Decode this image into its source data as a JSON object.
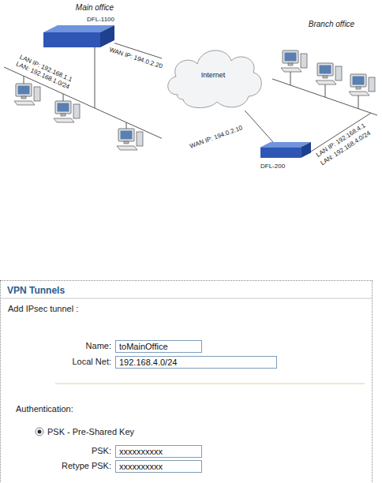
{
  "diagram": {
    "nodes": [
      {
        "text": [
          "DFL-1100"
        ]
      },
      {
        "text": [
          "Internet"
        ]
      },
      {
        "text": [
          "DFL-200"
        ]
      },
      {
        "text": [
          "VPN Tunnels"
        ]
      },
      {
        "text": [
          "toMainOffice"
        ],
        "in": 3
      },
      {
        "text": [
          "192.168.4.0/24"
        ],
        "in": 3
      },
      {
        "text": [
          "xxxxxxxxxx"
        ],
        "in": 3
      },
      {
        "text": [
          "xxxxxxxxxx"
        ],
        "in": 3
      }
    ],
    "edges": [
      {
        "from": 0,
        "to": 1,
        "arrow": "none",
        "label": "WAN IP: 194.0.2.20"
      },
      {
        "from": 1,
        "to": 2,
        "arrow": "none",
        "label": "WAN IP: 194.0.2.10"
      }
    ],
    "labels": [
      "Main office",
      "LAN IP: 192.168.1.1",
      "LAN: 192.168.1.0/24",
      "Branch office",
      "LAN IP: 192.168.4.1",
      "LAN: 192.168.4.0/24",
      "Add IPsec tunnel :",
      "Name:",
      "Local Net:",
      "Authentication:",
      "PSK - Pre-Shared Key",
      "PSK:",
      "Retype PSK:"
    ]
  }
}
